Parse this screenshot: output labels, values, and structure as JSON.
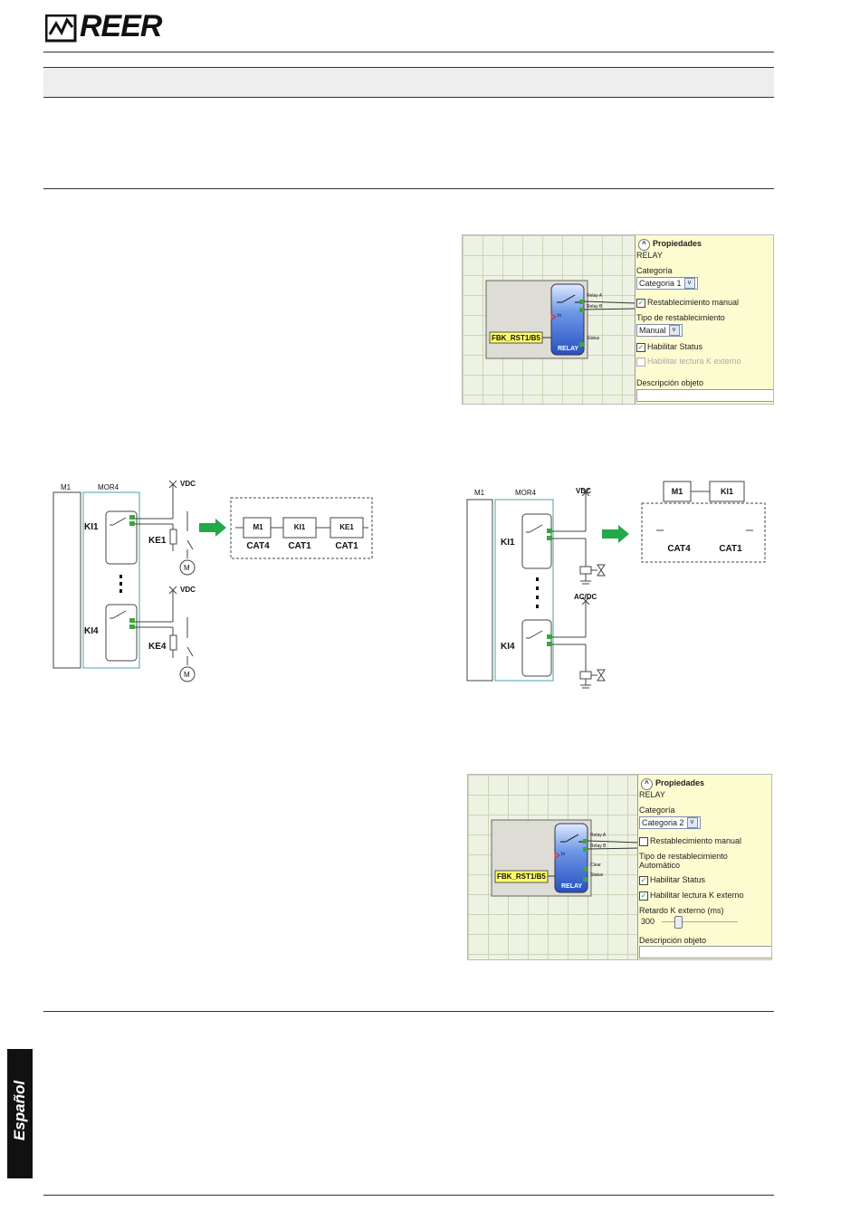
{
  "brand": {
    "logo_text": "REER"
  },
  "side_tab": {
    "label": "Español"
  },
  "panel1": {
    "title": "Propiedades",
    "object_type": "RELAY",
    "category_label": "Categoría",
    "category_value": "Categoria 1",
    "manual_reset_label": "Restablecimiento manual",
    "reset_type_label": "Tipo de restablecimiento",
    "reset_type_value": "Manual",
    "status_label": "Habilitar Status",
    "ext_k_label": "Habilitar lectura K externo",
    "description_label": "Descripción objeto",
    "block_input": "FBK_RST1/B5",
    "block_name": "RELAY",
    "port_relay_a": "Relay A",
    "port_relay_b": "Relay B",
    "port_in": "In",
    "port_status": "Status"
  },
  "panel2": {
    "title": "Propiedades",
    "object_type": "RELAY",
    "category_label": "Categoría",
    "category_value": "Categoria 2",
    "manual_reset_label": "Restablecimiento manual",
    "reset_type_label": "Tipo de restablecimiento",
    "reset_type_value": "Automático",
    "status_label": "Habilitar Status",
    "ext_k_label": "Habilitar lectura K externo",
    "delay_label": "Retardo K externo (ms)",
    "delay_value": "300",
    "description_label": "Descripción objeto",
    "block_input": "FBK_RST1/B5",
    "block_name": "RELAY",
    "port_relay_a": "Relay A",
    "port_relay_b": "Relay B",
    "port_in": "In",
    "port_clear": "Clear",
    "port_status": "Status"
  },
  "diagram1": {
    "m1": "M1",
    "mor4": "MOR4",
    "ki1": "KI1",
    "ki4": "KI4",
    "ke1": "KE1",
    "ke4": "KE4",
    "vdc_top": "VDC",
    "vdc_bottom": "VDC",
    "motor": "M",
    "chain": [
      {
        "box": "M1",
        "cat": "CAT4"
      },
      {
        "box": "KI1",
        "cat": "CAT1"
      },
      {
        "box": "KE1",
        "cat": "CAT1"
      }
    ]
  },
  "diagram2": {
    "m1": "M1",
    "mor4": "MOR4",
    "ki1": "KI1",
    "ki4": "KI4",
    "vdc": "VDC",
    "acdc": "AC/DC",
    "chain": [
      {
        "box": "M1",
        "cat": "CAT4"
      },
      {
        "box": "KI1",
        "cat": "CAT1"
      }
    ]
  }
}
